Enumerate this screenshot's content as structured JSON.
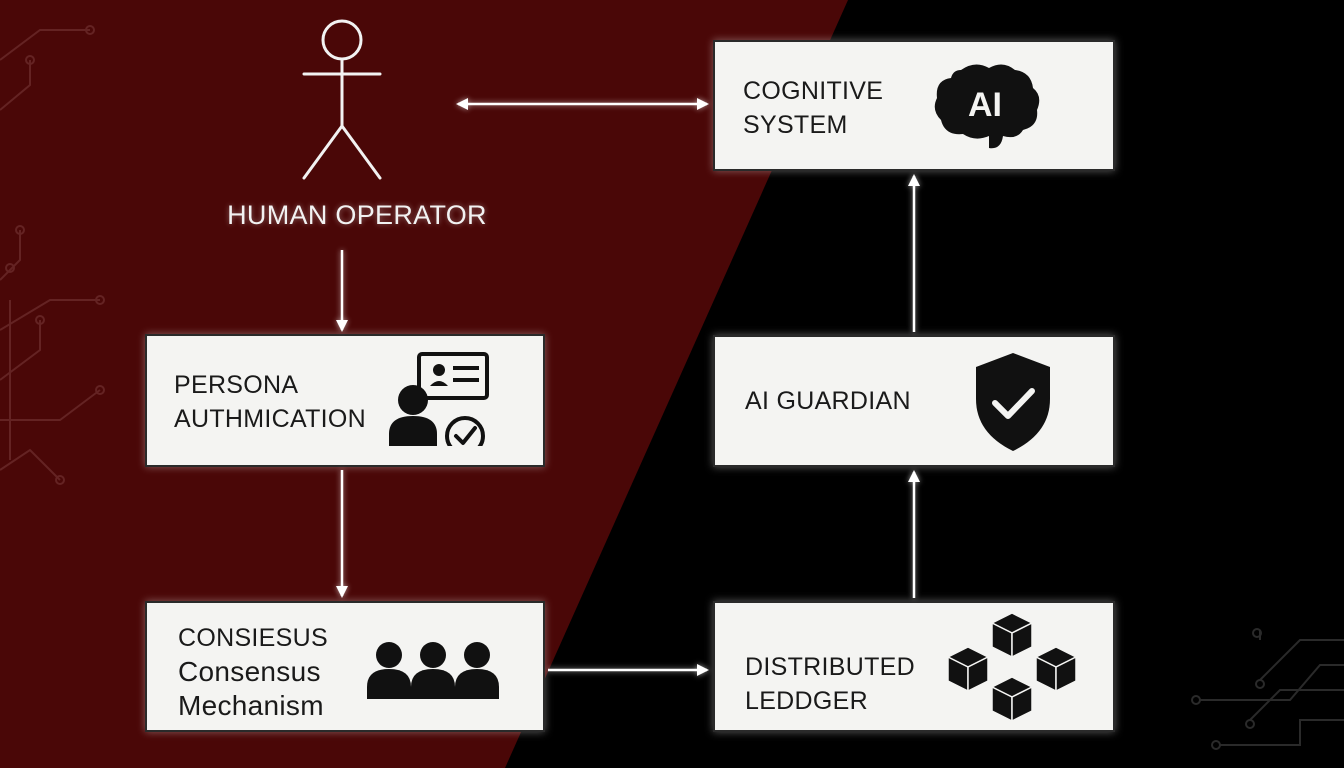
{
  "colors": {
    "left_panel": "#4a0707",
    "right_panel": "#000000",
    "box_fill": "#f4f4f2",
    "arrow": "#ffffff"
  },
  "human_operator": {
    "label": "HUMAN OPERATOR",
    "icon": "stick-figure-icon"
  },
  "nodes": {
    "persona": {
      "line1": "PERSONA",
      "line2": "AUTHMICATION",
      "icon": "id-card-check-icon"
    },
    "consensus": {
      "line1": "CONSIESUS",
      "line2": "Consensus",
      "line3": "Mechanism",
      "icon": "people-group-icon"
    },
    "ledger": {
      "line1": "DISTRIBUTED",
      "line2": "LEDDGER",
      "icon": "blockchain-cubes-icon"
    },
    "guardian": {
      "line1": "AI GUARDIAN",
      "icon": "shield-check-icon"
    },
    "cognitive": {
      "line1": "COGNITIVE",
      "line2": "SYSTEM",
      "icon": "ai-brain-icon",
      "icon_text": "AI"
    }
  },
  "edges": [
    {
      "from": "human_operator",
      "to": "cognitive",
      "bidirectional": true
    },
    {
      "from": "human_operator",
      "to": "persona"
    },
    {
      "from": "persona",
      "to": "consensus"
    },
    {
      "from": "consensus",
      "to": "ledger"
    },
    {
      "from": "ledger",
      "to": "guardian"
    },
    {
      "from": "guardian",
      "to": "cognitive"
    }
  ]
}
